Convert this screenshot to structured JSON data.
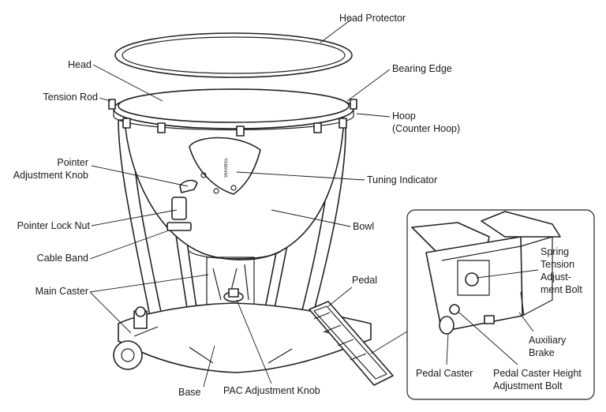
{
  "labels": {
    "head_protector": "Head Protector",
    "head": "Head",
    "bearing_edge": "Bearing Edge",
    "tension_rod": "Tension Rod",
    "hoop": "Hoop",
    "hoop_sub": "(Counter Hoop)",
    "pointer_adjustment_knob_1": "Pointer",
    "pointer_adjustment_knob_2": "Adjustment Knob",
    "tuning_indicator": "Tuning Indicator",
    "pointer_lock_nut": "Pointer Lock Nut",
    "bowl": "Bowl",
    "cable_band": "Cable Band",
    "main_caster": "Main Caster",
    "pedal": "Pedal",
    "base": "Base",
    "pac_adjustment_knob": "PAC Adjustment Knob",
    "spring_tension_1": "Spring",
    "spring_tension_2": "Tension",
    "spring_tension_3": "Adjust-",
    "spring_tension_4": "ment Bolt",
    "auxiliary_brake_1": "Auxiliary",
    "auxiliary_brake_2": "Brake",
    "pedal_caster": "Pedal Caster",
    "pedal_caster_height_1": "Pedal Caster Height",
    "pedal_caster_height_2": "Adjustment Bolt"
  },
  "logo": {
    "text": "YAMAHA"
  }
}
